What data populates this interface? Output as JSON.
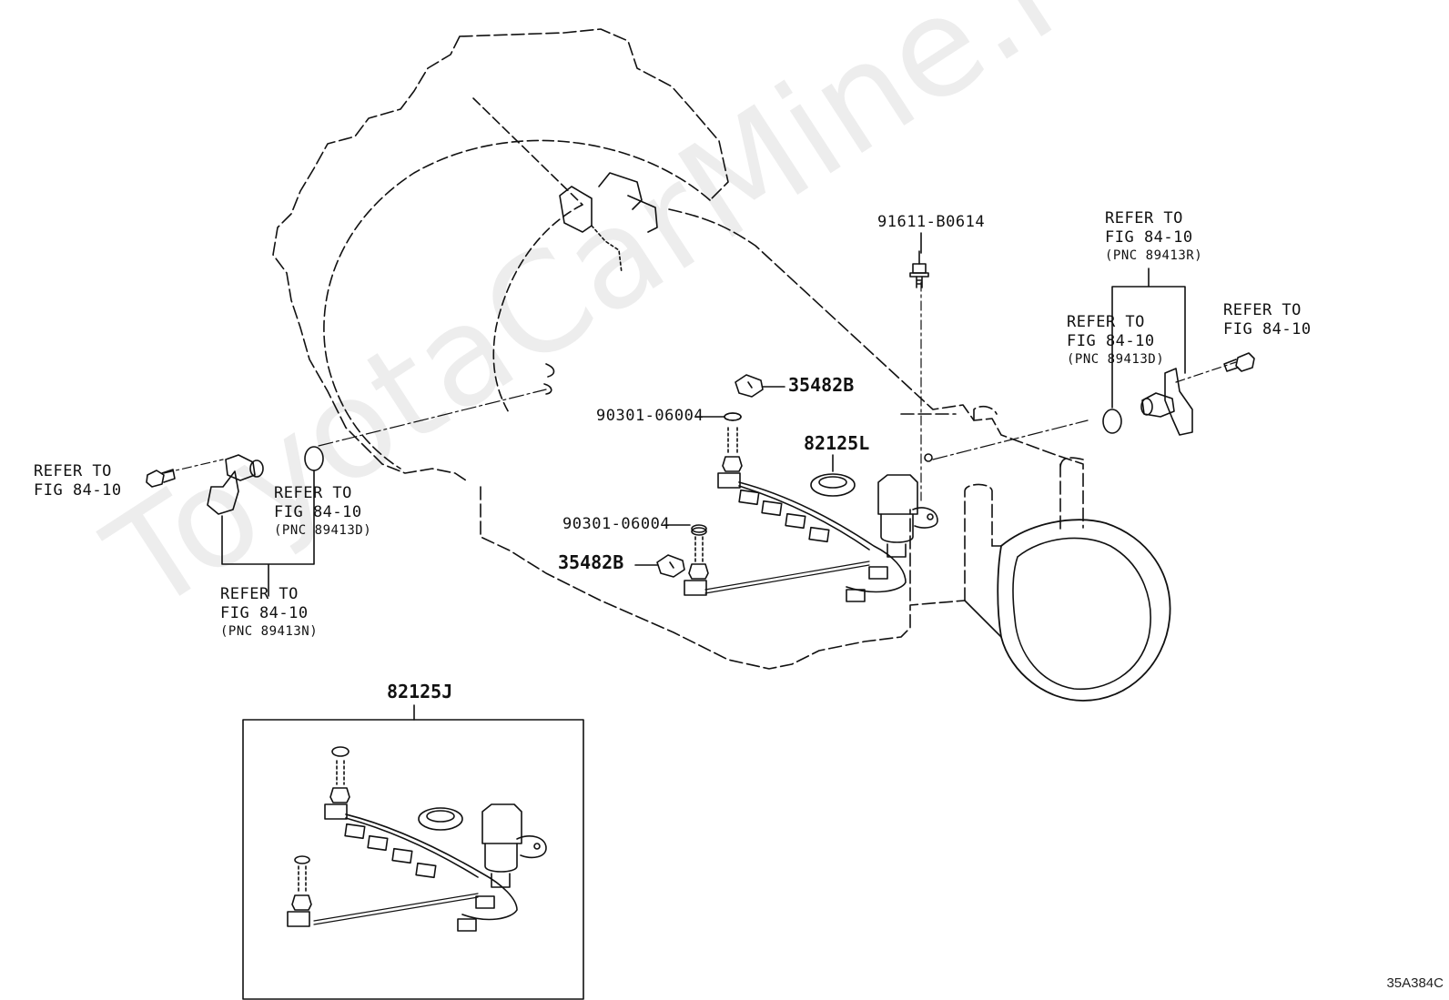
{
  "watermark": "ToyotaCarMine.ru",
  "figure_code": "35A384C",
  "part_labels": {
    "bolt_top": "91611-B0614",
    "clip_upper": "35482B",
    "oring_upper": "90301-06004",
    "seal_ring": "82125L",
    "oring_lower": "90301-06004",
    "clip_lower": "35482B",
    "harness_assembly": "82125J"
  },
  "references": {
    "right_top": {
      "line1": "REFER TO",
      "line2": "FIG 84-10",
      "line3": "(PNC 89413R)"
    },
    "right_mid": {
      "line1": "REFER TO",
      "line2": "FIG 84-10",
      "line3": "(PNC 89413D)"
    },
    "right_bolt": {
      "line1": "REFER TO",
      "line2": "FIG 84-10"
    },
    "left_bolt": {
      "line1": "REFER TO",
      "line2": "FIG 84-10"
    },
    "left_mid": {
      "line1": "REFER TO",
      "line2": "FIG 84-10",
      "line3": "(PNC 89413D)"
    },
    "left_bottom": {
      "line1": "REFER TO",
      "line2": "FIG 84-10",
      "line3": "(PNC 89413N)"
    }
  }
}
